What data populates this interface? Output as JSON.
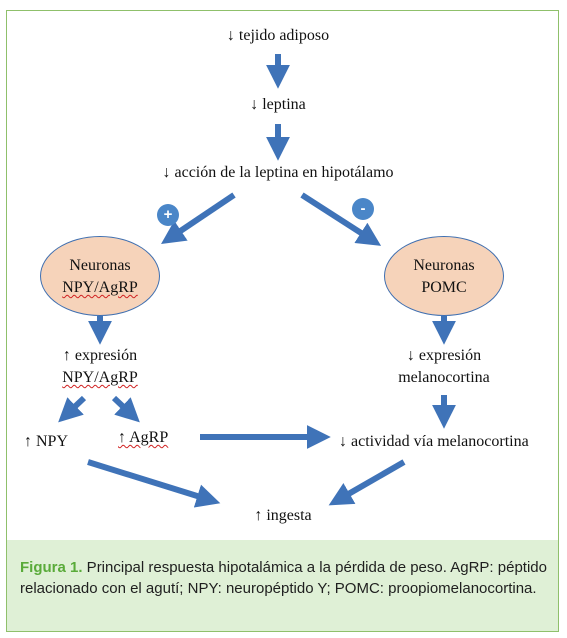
{
  "nodes": {
    "tejido": "↓ tejido adiposo",
    "leptina": "↓ leptina",
    "accion": "↓ acción de la leptina en hipotálamo",
    "npy_neuron_line1": "Neuronas",
    "npy_neuron_line2": "NPY/AgRP",
    "pomc_neuron_line1": "Neuronas",
    "pomc_neuron_line2": "POMC",
    "expr_npy_line1": "↑ expresión",
    "expr_npy_line2": "NPY/AgRP",
    "expr_mel_line1": "↓ expresión",
    "expr_mel_line2": "melanocortina",
    "npy": "↑ NPY",
    "agrp": "↑ AgRP",
    "actividad": "↓ actividad vía melanocortina",
    "ingesta": "↑ ingesta"
  },
  "signs": {
    "plus": "+",
    "minus": "-"
  },
  "caption": {
    "label": "Figura 1.",
    "text": " Principal respuesta hipotalámica a la pérdida de peso. AgRP: péptido relacionado con el agutí; NPY: neuropéptido Y; POMC: proopiomelanocortina."
  },
  "colors": {
    "arrow": "#3f73b8",
    "ellipse_fill": "#f6d3ba",
    "frame": "#8fc06b",
    "caption_bg": "#dff0d6",
    "figure_label": "#5aab3a"
  }
}
